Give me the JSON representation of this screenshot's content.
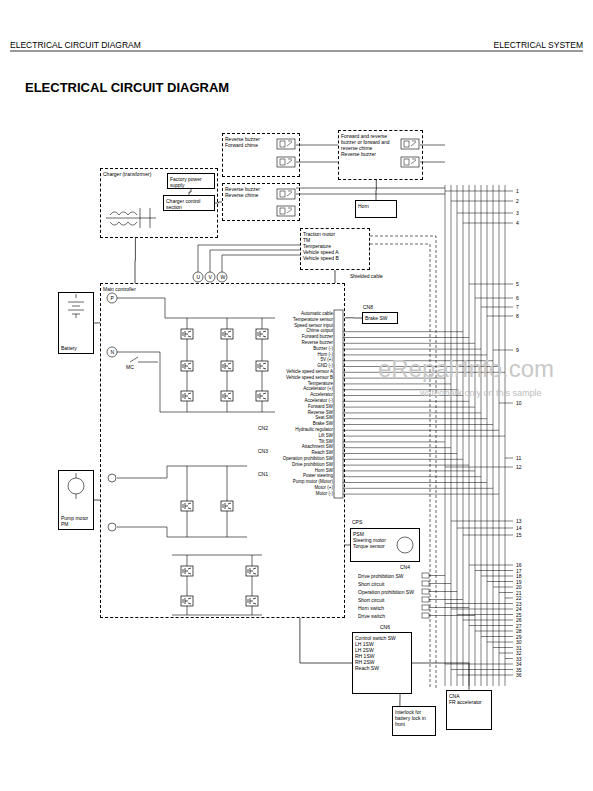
{
  "diagram": {
    "title": "ELECTRICAL CIRCUIT DIAGRAM",
    "nodes": [
      {
        "text": [
          "Charger (transformer)"
        ]
      },
      {
        "text": [
          "Factory power supply"
        ],
        "in": 0
      },
      {
        "text": [
          "Charger control section"
        ],
        "in": 0
      },
      {
        "text": [
          "Reverse buzzer",
          "Forward chime"
        ]
      },
      {
        "text": [
          "Reverse buzzer",
          "Reverse chime"
        ]
      },
      {
        "text": [
          "Forward and reverse buzzer or forward and reverse chime",
          "Reverse buzzer"
        ]
      },
      {
        "text": [
          "Horn"
        ]
      },
      {
        "text": [
          "Traction motor",
          "TM",
          "Temperature",
          "Vehicle speed A",
          "Vehicle speed B"
        ]
      },
      {
        "text": [
          "Main controller"
        ]
      },
      {
        "text": [
          "Battery"
        ]
      },
      {
        "text": [
          "Pump motor",
          "PM"
        ]
      },
      {
        "text": [
          "Brake SW"
        ]
      },
      {
        "text": [
          "PSM",
          "Steering motor",
          "Torque sensor"
        ]
      },
      {
        "text": [
          "Control switch SW",
          "LH 1SW",
          "LH 2SW",
          "RH 1SW",
          "RH 2SW",
          "Reach SW"
        ]
      },
      {
        "text": [
          "Interlock for battery lock in front"
        ]
      },
      {
        "text": [
          "CNA",
          "FR accelerator"
        ]
      }
    ],
    "edges": [
      {
        "from": 1,
        "to": 2,
        "arrow": "none"
      },
      {
        "from": 2,
        "to": 4,
        "arrow": "none"
      },
      {
        "from": 9,
        "to": 8,
        "arrow": "none"
      },
      {
        "from": 10,
        "to": 8,
        "arrow": "none"
      },
      {
        "from": 7,
        "to": 8,
        "arrow": "none"
      },
      {
        "from": 0,
        "to": 8,
        "arrow": "none"
      },
      {
        "from": 11,
        "to": 8,
        "arrow": "none"
      },
      {
        "from": 12,
        "to": 8,
        "arrow": "none"
      },
      {
        "from": 13,
        "to": 8,
        "arrow": "none"
      },
      {
        "from": 14,
        "to": 13,
        "arrow": "none"
      },
      {
        "from": 15,
        "to": 13,
        "arrow": "none"
      },
      {
        "from": 6,
        "to": 5,
        "arrow": "none"
      }
    ],
    "labels": [
      "ELECTRICAL CIRCUIT DIAGRAM",
      "ELECTRICAL SYSTEM",
      "eRepairInfo.com",
      "watermark only on this sample",
      "Automatic cable",
      "Temperature sensor",
      "Speed sensor input",
      "Chime output",
      "Forward buzzer",
      "Reverse buzzer",
      "Buzzer (-)",
      "Horn (-)",
      "5V (+)",
      "GND (-)",
      "Vehicle speed sensor A",
      "Vehicle speed sensor B",
      "Temperature",
      "Accelerator (+)",
      "Accelerator",
      "Accelerator (-)",
      "Forward SW",
      "Reverse SW",
      "Seat SW",
      "Brake SW",
      "Hydraulic regulator",
      "Lift SW",
      "Tilt SW",
      "Attachment SW",
      "Reach SW",
      "Operation prohibition SW",
      "Drive prohibition SW",
      "Horn SW",
      "Power steering",
      "Pump motor (Motor)",
      "Motor (+)",
      "Motor (-)",
      "CN2",
      "CN3",
      "CN1",
      "1",
      "2",
      "3",
      "4",
      "5",
      "6",
      "7",
      "8",
      "9",
      "10",
      "11",
      "12",
      "13",
      "14",
      "15",
      "16",
      "17",
      "18",
      "19",
      "20",
      "21",
      "22",
      "23",
      "24",
      "25",
      "26",
      "27",
      "28",
      "29",
      "30",
      "31",
      "32",
      "33",
      "34",
      "35",
      "36",
      "U",
      "V",
      "W",
      "P",
      "N",
      "MC",
      "Drive prohibition SW",
      "Short circuit",
      "Operation prohibition SW",
      "Short circuit",
      "Horn switch",
      "Drive switch",
      "Shielded cable",
      "CN8",
      "CPS",
      "CN4",
      "CN6"
    ]
  }
}
